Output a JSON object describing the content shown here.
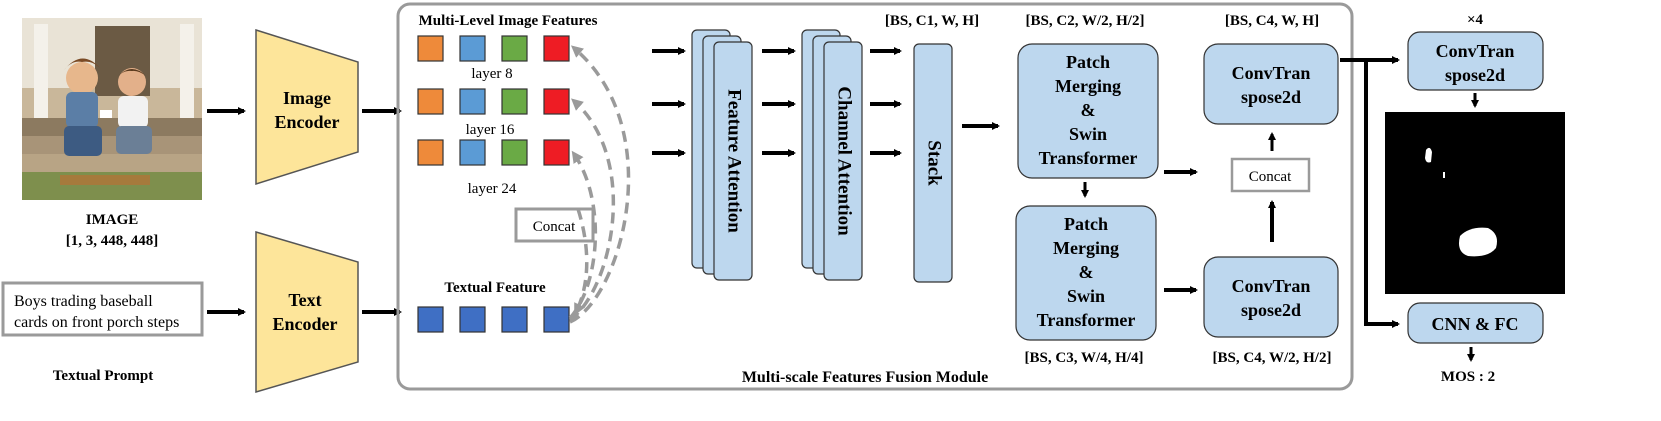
{
  "image": {
    "label": "IMAGE",
    "shape": "[1, 3, 448, 448]"
  },
  "prompt": {
    "text_line1": "Boys trading baseball",
    "text_line2": "cards on front porch steps",
    "label": "Textual Prompt"
  },
  "encoders": {
    "image_line1": "Image",
    "image_line2": "Encoder",
    "text_line1": "Text",
    "text_line2": "Encoder",
    "fill": "#fde59a"
  },
  "module": {
    "title": "Multi-scale Features Fusion Module",
    "image_features_title": "Multi-Level Image Features",
    "layer_labels": [
      "layer 8",
      "layer 16",
      "layer 24"
    ],
    "textual_feature_title": "Textual Feature",
    "concat_label": "Concat",
    "feature_colors": [
      "#ee8a3a",
      "#5b9bd5",
      "#6aaa45",
      "#ee1c24"
    ],
    "text_feature_color": "#3f6fc4",
    "feature_attention": "Feature Attention",
    "channel_attention": "Channel Attention",
    "stack": "Stack",
    "shape_c1": "[BS, C1, W, H]",
    "shape_c2": "[BS, C2, W/2, H/2]",
    "shape_c3": "[BS, C3, W/4, H/4]",
    "shape_c4_top": "[BS, C4, W, H]",
    "shape_c4_bottom": "[BS, C4, W/2, H/2]",
    "patch_lines": [
      "Patch",
      "Merging",
      "&",
      "Swin",
      "Transformer"
    ],
    "convtran_lines": [
      "ConvTran",
      "spose2d"
    ],
    "concat2_label": "Concat",
    "block_fill": "#bdd7ee"
  },
  "output": {
    "times4": "×4",
    "convtran_lines": [
      "ConvTran",
      "spose2d"
    ],
    "cnn_fc": "CNN & FC",
    "mos": "MOS : 2"
  }
}
